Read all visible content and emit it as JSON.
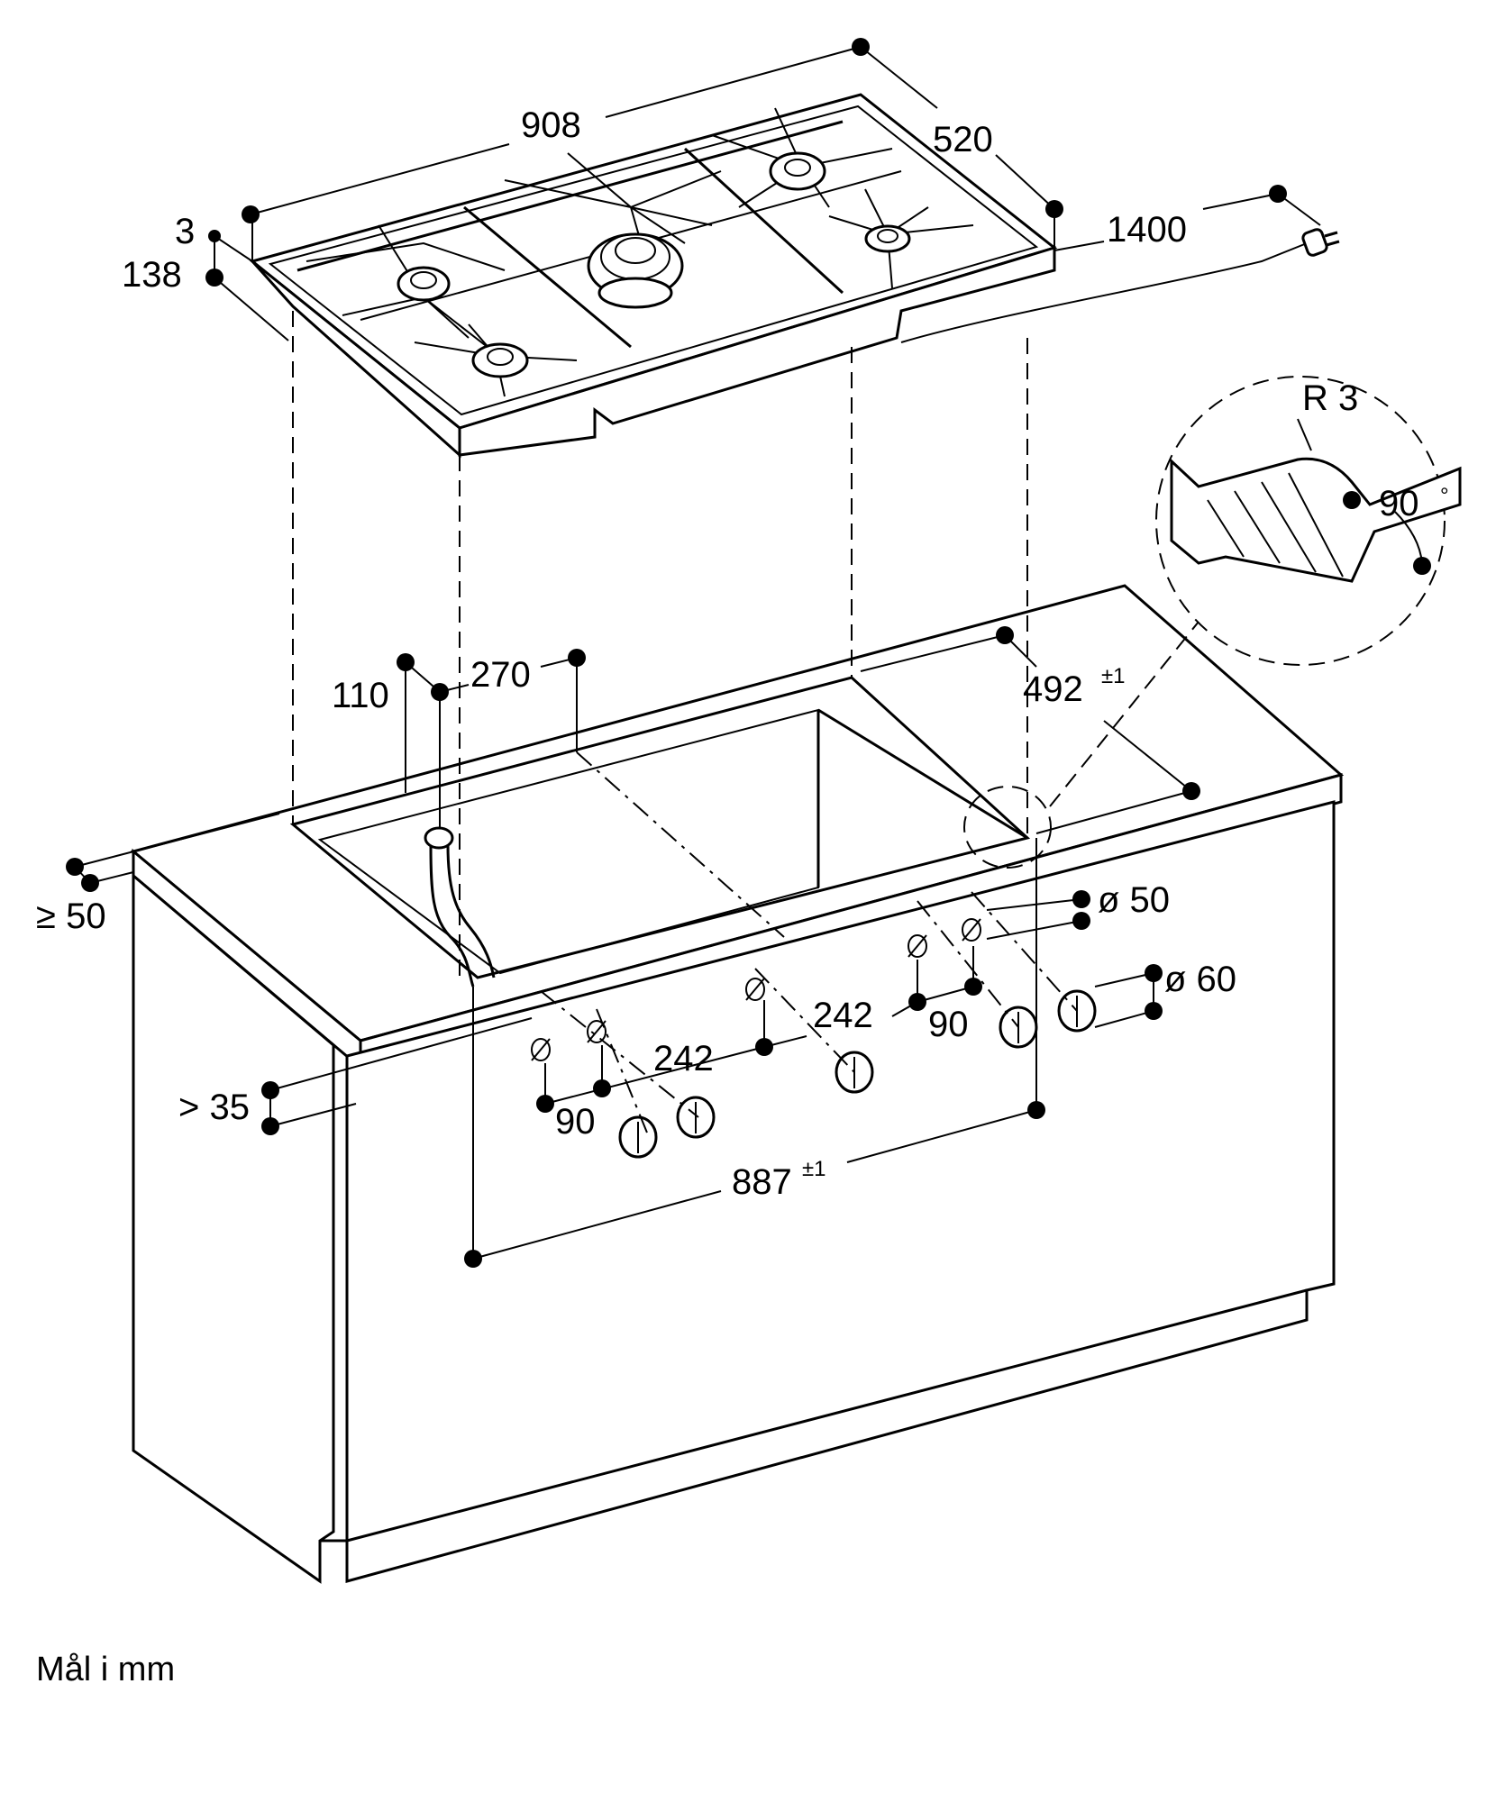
{
  "dimensions": {
    "width_908": "908",
    "depth_520": "520",
    "cable_1400": "1400",
    "thickness_3": "3",
    "height_138": "138",
    "radius_r3": "R 3",
    "angle_90": "90",
    "angle_deg": "°",
    "offset_110": "110",
    "offset_270": "270",
    "cutout_492": "492",
    "cutout_492_tol": "±1",
    "edge_50": "≥ 50",
    "diameter_50": "ø 50",
    "diameter_60": "ø 60",
    "spacing_242_left": "242",
    "spacing_242_right": "242",
    "spacing_90_left": "90",
    "spacing_90_right": "90",
    "front_35": "> 35",
    "cutout_887": "887",
    "cutout_887_tol": "±1"
  },
  "caption": "Mål i mm"
}
